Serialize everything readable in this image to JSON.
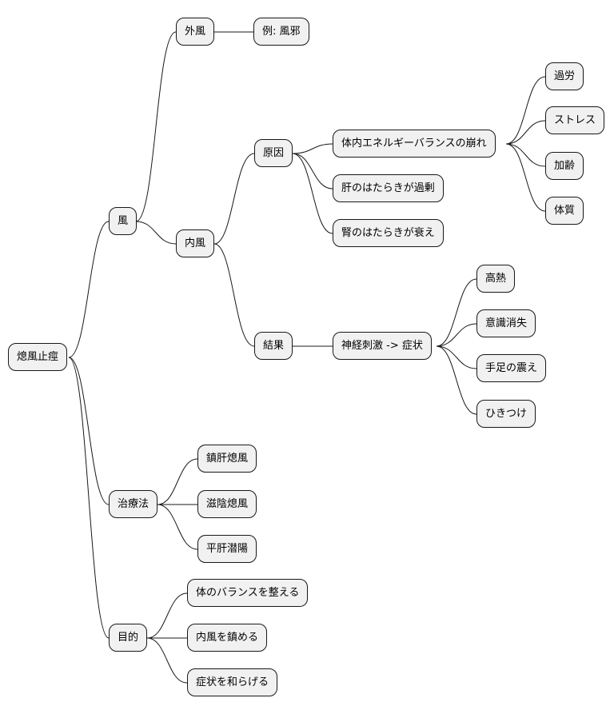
{
  "mindmap": {
    "root": "熄風止痙",
    "branches": {
      "wind": {
        "label": "風",
        "external": {
          "label": "外風",
          "example": "例: 風邪"
        },
        "internal": {
          "label": "内風",
          "cause": {
            "label": "原因",
            "items": [
              "体内エネルギーバランスの崩れ",
              "肝のはたらきが過剰",
              "腎のはたらきが衰え"
            ],
            "sub_items": [
              "過労",
              "ストレス",
              "加齢",
              "体質"
            ]
          },
          "result": {
            "label": "結果",
            "item": "神経刺激 -> 症状",
            "symptoms": [
              "高熱",
              "意識消失",
              "手足の震え",
              "ひきつけ"
            ]
          }
        }
      },
      "therapy": {
        "label": "治療法",
        "items": [
          "鎮肝熄風",
          "滋陰熄風",
          "平肝潜陽"
        ]
      },
      "purpose": {
        "label": "目的",
        "items": [
          "体のバランスを整える",
          "内風を鎮める",
          "症状を和らげる"
        ]
      }
    }
  }
}
